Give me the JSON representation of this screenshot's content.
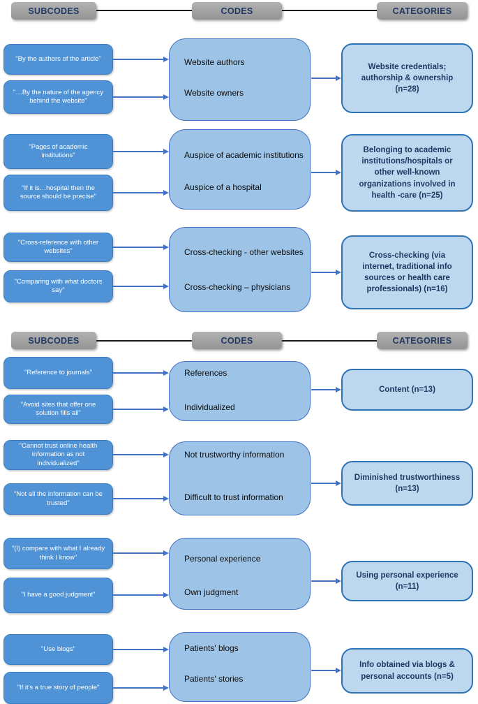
{
  "colors": {
    "subcode_fill": "#4F93D6",
    "code_fill": "#9DC3E6",
    "category_fill": "#BDD7EE",
    "category_border": "#2E74B5",
    "arrow": "#4472C4",
    "header_fill": "#9E9E9E",
    "header_text": "#1F3864"
  },
  "headers": {
    "subcodes": "SUBCODES",
    "codes": "CODES",
    "categories": "CATEGORIES"
  },
  "groups": [
    {
      "subcodes": [
        "\"By the authors of the article\"",
        "\"…By the nature of the agency behind the website\""
      ],
      "codes": [
        "Website authors",
        "Website owners"
      ],
      "category": "Website credentials; authorship & ownership (n=28)"
    },
    {
      "subcodes": [
        "\"Pages of academic institutions\"",
        "\"If it is…hospital then the source should be precise\""
      ],
      "codes": [
        "Auspice of academic institutions",
        "Auspice of a hospital"
      ],
      "category": "Belonging to academic institutions/hospitals or other well-known organizations involved in health -care (n=25)"
    },
    {
      "subcodes": [
        "\"Cross-reference with other websites\"",
        "\"Comparing with what doctors say\""
      ],
      "codes": [
        "Cross-checking - other websites",
        "Cross-checking – physicians"
      ],
      "category": "Cross-checking (via internet, traditional info sources or health care professionals) (n=16)"
    },
    {
      "subcodes": [
        "\"Reference to journals\"",
        "\"Avoid sites that offer one solution fills all\""
      ],
      "codes": [
        "References",
        "Individualized"
      ],
      "category": "Content (n=13)"
    },
    {
      "subcodes": [
        "\"Cannot trust online health information as not individualized\"",
        "\"Not all the information can be trusted\""
      ],
      "codes": [
        "Not trustworthy information",
        "Difficult to trust information"
      ],
      "category": "Diminished trustworthiness (n=13)"
    },
    {
      "subcodes": [
        "\"(I) compare with what I already think I know\"",
        "\"I have a good judgment\""
      ],
      "codes": [
        "Personal experience",
        "Own judgment"
      ],
      "category": "Using personal experience (n=11)"
    },
    {
      "subcodes": [
        "\"Use blogs\"",
        "\"If it's a true story of people\""
      ],
      "codes": [
        "Patients' blogs",
        "Patients' stories"
      ],
      "category": "Info obtained via blogs & personal accounts (n=5)"
    }
  ]
}
